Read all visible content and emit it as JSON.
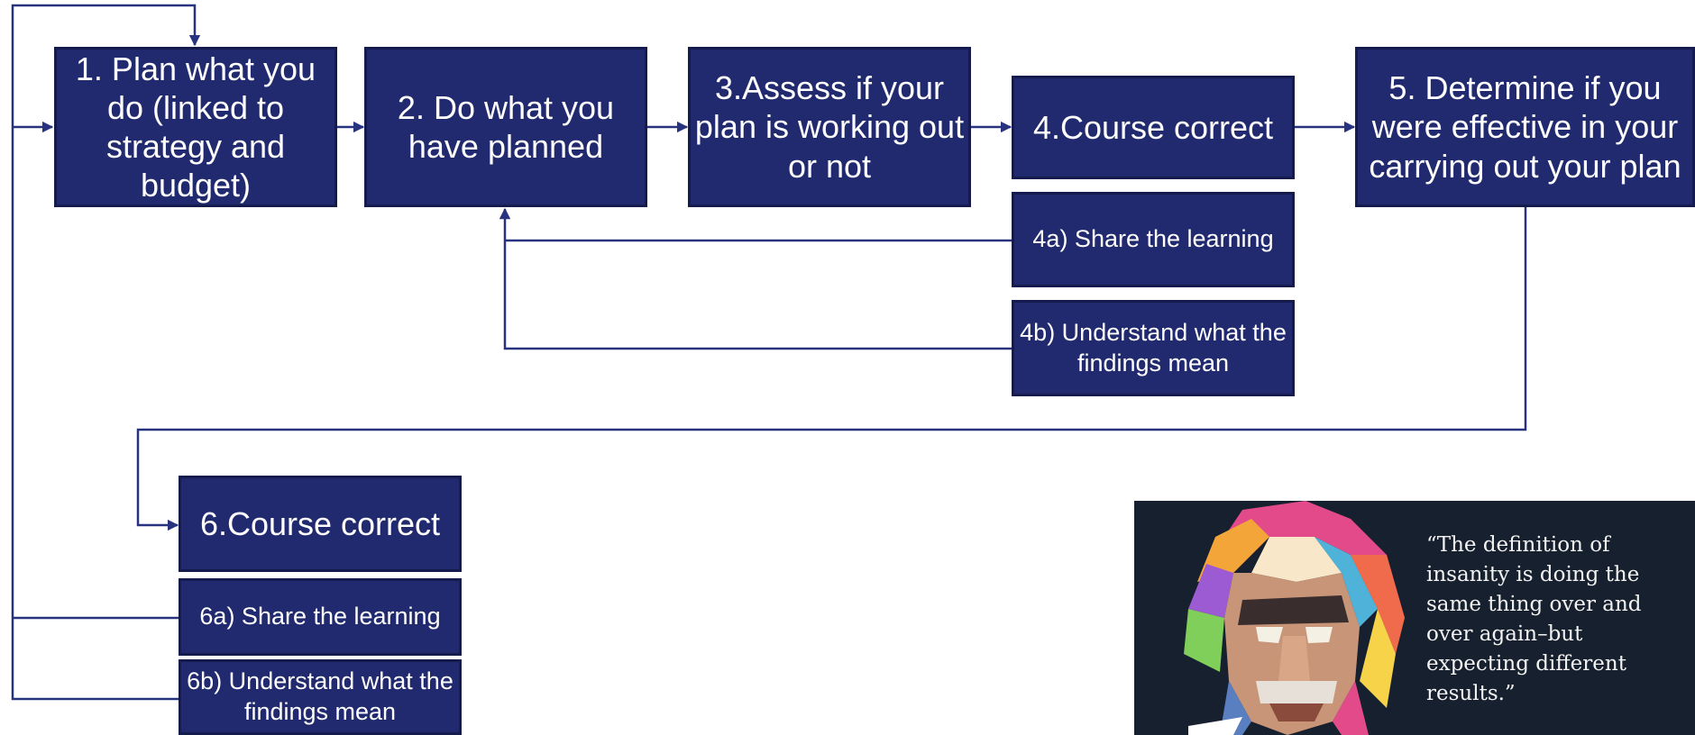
{
  "steps": {
    "s1": "1. Plan what you do (linked to strategy and budget)",
    "s2": "2. Do what you have planned",
    "s3": "3.Assess if your plan is working out or not",
    "s4": "4.Course correct",
    "s4a": "4a) Share the learning",
    "s4b": "4b) Understand what the findings mean",
    "s5": "5. Determine if you were effective in your carrying out your plan",
    "s6": "6.Course correct",
    "s6a": "6a) Share the learning",
    "s6b": "6b) Understand what the findings mean"
  },
  "quote": {
    "text": "“The definition of insanity is doing the same thing over and over again–but expecting different results.”"
  },
  "colors": {
    "box_fill": "#212a6e",
    "box_border": "#151b4d",
    "connector": "#283380",
    "quote_bg": "#17202e"
  }
}
